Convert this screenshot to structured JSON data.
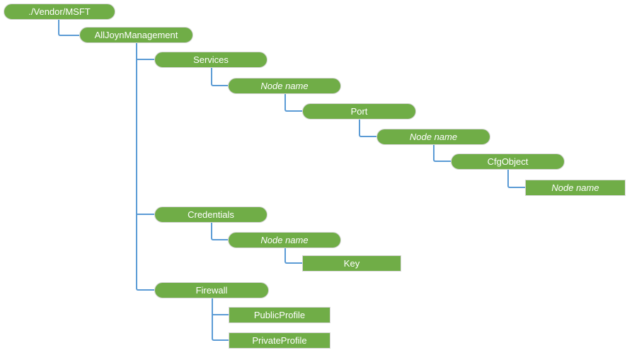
{
  "diagram": {
    "type": "tree",
    "description": "CSP node hierarchy tree diagram",
    "colors": {
      "node_fill": "#70AD47",
      "node_text": "#FFFFFF",
      "node_border": "#D6D6D6",
      "connector": "#5B9BD5",
      "background": "#FFFFFF"
    },
    "root": {
      "label": "./Vendor/MSFT",
      "shape": "pill",
      "italic": false,
      "children": [
        {
          "label": "AllJoynManagement",
          "shape": "pill",
          "italic": false,
          "children": [
            {
              "label": "Services",
              "shape": "pill",
              "italic": false,
              "children": [
                {
                  "label": "Node name",
                  "shape": "pill",
                  "italic": true,
                  "children": [
                    {
                      "label": "Port",
                      "shape": "pill",
                      "italic": false,
                      "children": [
                        {
                          "label": "Node name",
                          "shape": "pill",
                          "italic": true,
                          "children": [
                            {
                              "label": "CfgObject",
                              "shape": "pill",
                              "italic": false,
                              "children": [
                                {
                                  "label": "Node name",
                                  "shape": "rect",
                                  "italic": true,
                                  "children": []
                                }
                              ]
                            }
                          ]
                        }
                      ]
                    }
                  ]
                }
              ]
            },
            {
              "label": "Credentials",
              "shape": "pill",
              "italic": false,
              "children": [
                {
                  "label": "Node name",
                  "shape": "pill",
                  "italic": true,
                  "children": [
                    {
                      "label": "Key",
                      "shape": "rect",
                      "italic": false,
                      "children": []
                    }
                  ]
                }
              ]
            },
            {
              "label": "Firewall",
              "shape": "pill",
              "italic": false,
              "children": [
                {
                  "label": "PublicProfile",
                  "shape": "rect",
                  "italic": false,
                  "children": []
                },
                {
                  "label": "PrivateProfile",
                  "shape": "rect",
                  "italic": false,
                  "children": []
                }
              ]
            }
          ]
        }
      ]
    }
  }
}
